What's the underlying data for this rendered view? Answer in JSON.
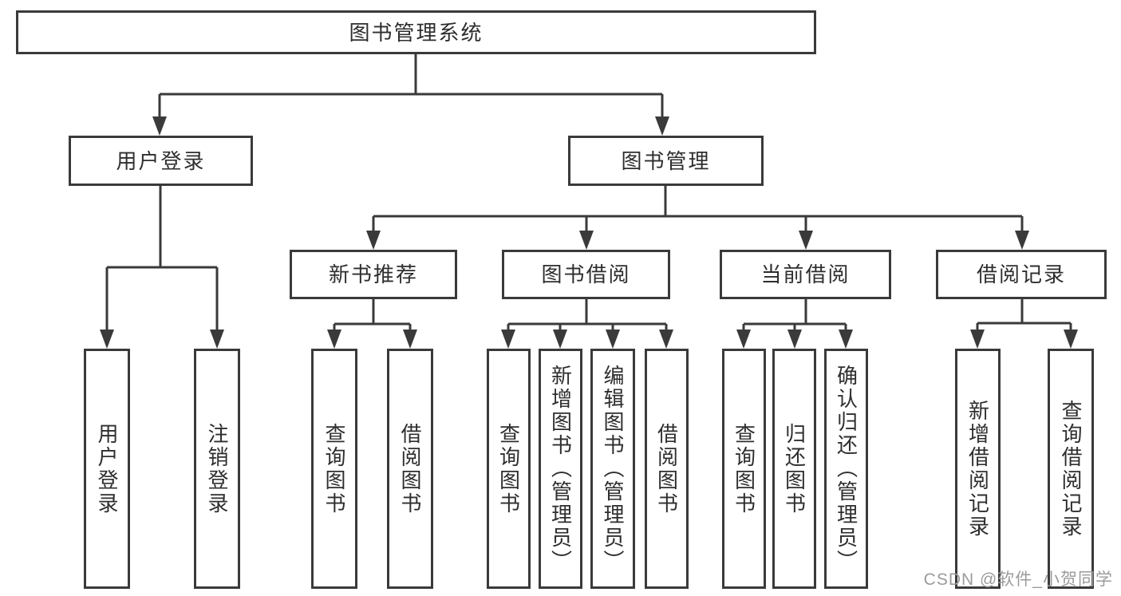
{
  "diagram": {
    "title": "图书管理系统",
    "level2": [
      {
        "label": "用户登录"
      },
      {
        "label": "图书管理"
      }
    ],
    "level3": [
      {
        "label": "新书推荐"
      },
      {
        "label": "图书借阅"
      },
      {
        "label": "当前借阅"
      },
      {
        "label": "借阅记录"
      }
    ],
    "leaves": [
      {
        "group": "用户登录",
        "label": "用户登录"
      },
      {
        "group": "用户登录",
        "label": "注销登录"
      },
      {
        "group": "新书推荐",
        "label": "查询图书"
      },
      {
        "group": "新书推荐",
        "label": "借阅图书"
      },
      {
        "group": "图书借阅",
        "label": "查询图书"
      },
      {
        "group": "图书借阅",
        "label": "新增图书（管理员）"
      },
      {
        "group": "图书借阅",
        "label": "编辑图书（管理员）"
      },
      {
        "group": "图书借阅",
        "label": "借阅图书"
      },
      {
        "group": "当前借阅",
        "label": "查询图书"
      },
      {
        "group": "当前借阅",
        "label": "归还图书"
      },
      {
        "group": "当前借阅",
        "label": "确认归还（管理员）"
      },
      {
        "group": "借阅记录",
        "label": "新增借阅记录"
      },
      {
        "group": "借阅记录",
        "label": "查询借阅记录"
      }
    ],
    "watermark": "CSDN @软件_小贺同学",
    "colors": {
      "line": "#3a3a3a",
      "text": "#2e2e2e",
      "watermark": "#9b9b9b",
      "background": "#ffffff"
    }
  }
}
